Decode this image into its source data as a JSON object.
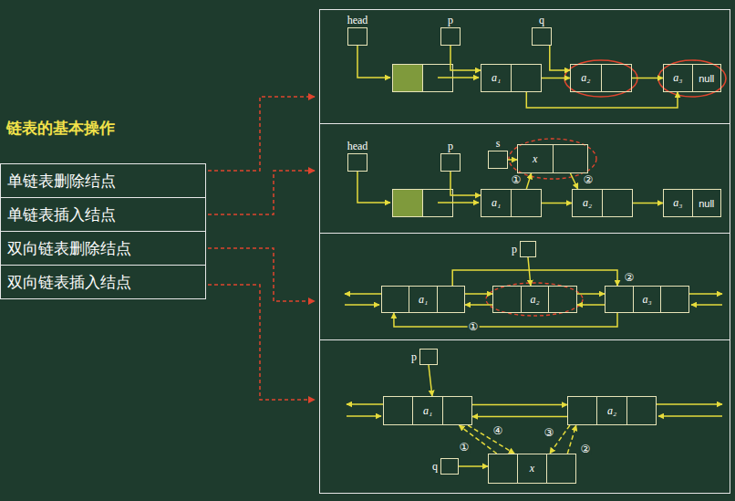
{
  "diagram": {
    "title": "链表的基本操作",
    "nodes": [
      {
        "text": [
          "单链表删除结点"
        ]
      },
      {
        "text": [
          "单链表插入结点"
        ]
      },
      {
        "text": [
          "双向链表删除结点"
        ]
      },
      {
        "text": [
          "双向链表插入结点"
        ]
      },
      {
        "text": [
          "head"
        ]
      },
      {
        "text": [
          "p"
        ]
      },
      {
        "text": [
          "q"
        ]
      },
      {
        "text": [
          "a₁"
        ]
      },
      {
        "text": [
          "a₂"
        ]
      },
      {
        "text": [
          "a₃",
          "null"
        ]
      },
      {
        "text": [
          "head"
        ]
      },
      {
        "text": [
          "p"
        ]
      },
      {
        "text": [
          "s"
        ]
      },
      {
        "text": [
          "x"
        ]
      },
      {
        "text": [
          "a₁"
        ]
      },
      {
        "text": [
          "a₂"
        ]
      },
      {
        "text": [
          "a₃",
          "null"
        ]
      },
      {
        "text": [
          "p"
        ]
      },
      {
        "text": [
          "a₁"
        ]
      },
      {
        "text": [
          "a₂"
        ]
      },
      {
        "text": [
          "a₃"
        ]
      },
      {
        "text": [
          "p"
        ]
      },
      {
        "text": [
          "a₁"
        ]
      },
      {
        "text": [
          "a₂"
        ]
      },
      {
        "text": [
          "q"
        ]
      },
      {
        "text": [
          "x"
        ]
      }
    ],
    "edges": [
      {
        "from": 5,
        "to": 7,
        "arrow": "to"
      },
      {
        "from": 6,
        "to": 8,
        "arrow": "to"
      },
      {
        "from": 7,
        "to": 8,
        "arrow": "to"
      },
      {
        "from": 8,
        "to": 9,
        "arrow": "to"
      },
      {
        "from": 7,
        "to": 9,
        "arrow": "to"
      },
      {
        "from": 11,
        "to": 14,
        "arrow": "to"
      },
      {
        "from": 12,
        "to": 13,
        "arrow": "to"
      },
      {
        "from": 14,
        "to": 13,
        "label": "①",
        "arrow": "to"
      },
      {
        "from": 13,
        "to": 15,
        "label": "②",
        "arrow": "to"
      },
      {
        "from": 14,
        "to": 15,
        "arrow": "to"
      },
      {
        "from": 15,
        "to": 16,
        "arrow": "to"
      },
      {
        "from": 17,
        "to": 19,
        "arrow": "to"
      },
      {
        "from": 18,
        "to": 19,
        "arrow": "to"
      },
      {
        "from": 19,
        "to": 18,
        "arrow": "to"
      },
      {
        "from": 19,
        "to": 20,
        "arrow": "to"
      },
      {
        "from": 20,
        "to": 19,
        "arrow": "to"
      },
      {
        "from": 18,
        "to": 20,
        "label": "②",
        "arrow": "to"
      },
      {
        "from": 20,
        "to": 18,
        "label": "①",
        "arrow": "to"
      },
      {
        "from": 21,
        "to": 22,
        "arrow": "to"
      },
      {
        "from": 22,
        "to": 23,
        "arrow": "to"
      },
      {
        "from": 23,
        "to": 22,
        "arrow": "to"
      },
      {
        "from": 24,
        "to": 25,
        "arrow": "to"
      },
      {
        "from": 25,
        "to": 22,
        "label": "①",
        "arrow": "to"
      },
      {
        "from": 25,
        "to": 23,
        "label": "②",
        "arrow": "to"
      },
      {
        "from": 23,
        "to": 25,
        "label": "③",
        "arrow": "to"
      },
      {
        "from": 22,
        "to": 25,
        "label": "④",
        "arrow": "to"
      }
    ]
  }
}
